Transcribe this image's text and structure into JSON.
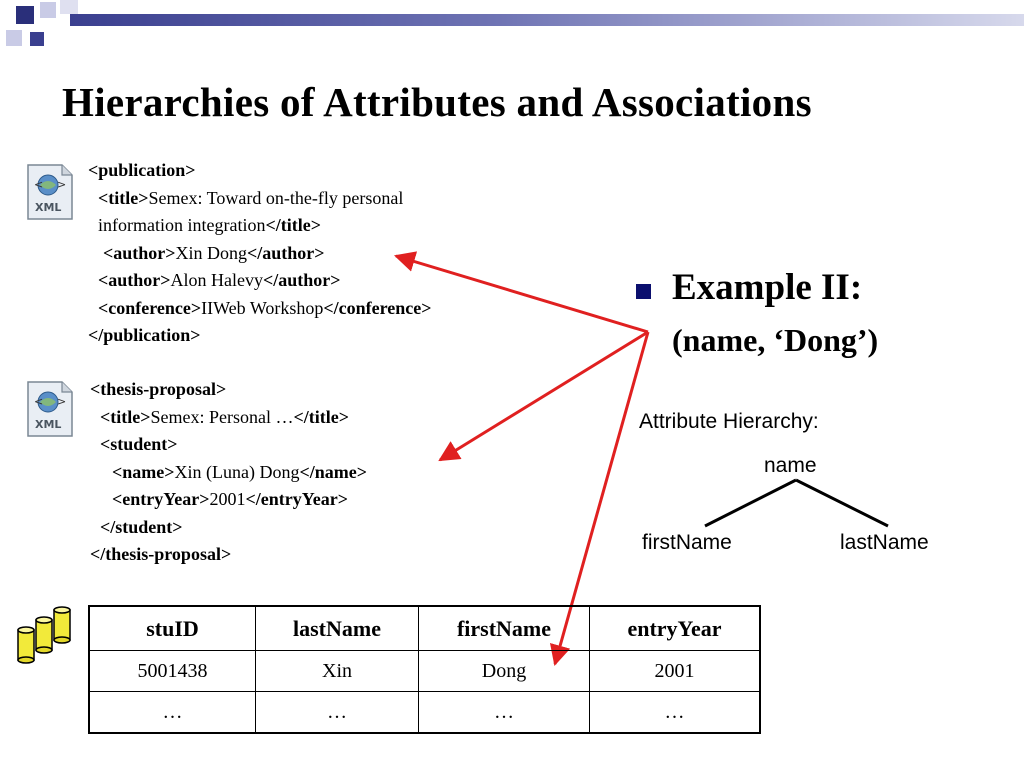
{
  "slide": {
    "title": "Hierarchies of Attributes and Associations",
    "icons": [
      "xml-file-icon",
      "xml-file-icon",
      "database-icon"
    ],
    "colors": {
      "accent_bar": "#3a3f8f",
      "bullet": "#0b0f6e",
      "arrow": "#e02020"
    }
  },
  "publication": {
    "open": "<publication>",
    "title_open": "<title>",
    "title_text": "Semex: Toward on-the-fly personal",
    "title_text2": "information integration",
    "title_close": "</title>",
    "author1_open": "<author>",
    "author1_text": "Xin Dong",
    "author1_close": "</author>",
    "author2_open": "<author>",
    "author2_text": "Alon Halevy",
    "author2_close": "</author>",
    "conf_open": "<conference>",
    "conf_text": "IIWeb Workshop",
    "conf_close": "</conference>",
    "close": "</publication>"
  },
  "thesis": {
    "open": "<thesis-proposal>",
    "title_open": "<title>",
    "title_text": "Semex: Personal …",
    "title_close": "</title>",
    "student_open": "<student>",
    "name_open": "<name>",
    "name_text": "Xin (Luna) Dong",
    "name_close": "</name>",
    "year_open": "<entryYear>",
    "year_text": "2001",
    "year_close": "</entryYear>",
    "student_close": "</student>",
    "close": "</thesis-proposal>"
  },
  "example": {
    "label": "Example II:",
    "sub": "(name, ‘Dong’)"
  },
  "hierarchy": {
    "title": "Attribute Hierarchy:",
    "root": "name",
    "left": "firstName",
    "right": "lastName"
  },
  "table": {
    "headers": [
      "stuID",
      "lastName",
      "firstName",
      "entryYear"
    ],
    "rows": [
      [
        "5001438",
        "Xin",
        "Dong",
        "2001"
      ],
      [
        "…",
        "…",
        "…",
        "…"
      ]
    ]
  }
}
